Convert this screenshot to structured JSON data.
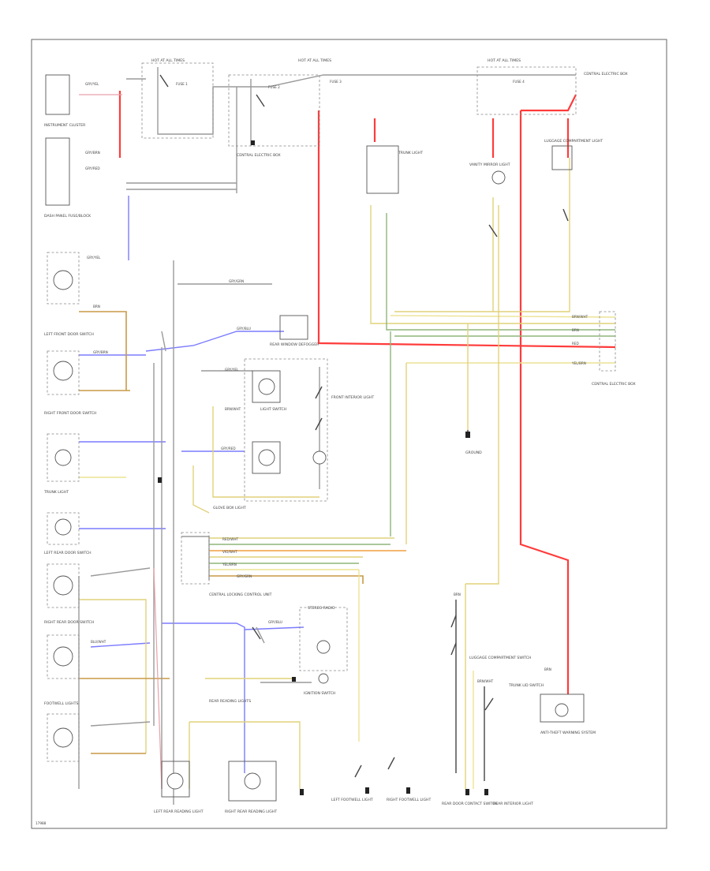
{
  "diagram": {
    "footer_code": "17988",
    "components": {
      "hot_at_all_times_left": "HOT AT ALL TIMES",
      "hot_at_all_times_mid": "HOT AT ALL TIMES",
      "hot_at_all_times_right": "HOT AT ALL TIMES",
      "instrument_cluster": "INSTRUMENT CLUSTER",
      "dash_panel_fuse": "DASH PANEL FUSE/BLOCK",
      "central_electric_box": "CENTRAL ELECTRIC BOX",
      "rear_window_defog": "REAR WINDOW DEFOGGER",
      "front_interior_light": "FRONT INTERIOR LIGHT",
      "light_switch": "LIGHT SWITCH",
      "trunk_light": "TRUNK LIGHT",
      "left_front_door_switch": "LEFT FRONT DOOR SWITCH",
      "right_front_door_switch": "RIGHT FRONT DOOR SWITCH",
      "left_rear_door_switch": "LEFT REAR DOOR SWITCH",
      "right_rear_door_switch": "RIGHT REAR DOOR SWITCH",
      "central_locking_control": "CENTRAL LOCKING CONTROL UNIT",
      "rear_reading_lights": "REAR READING LIGHTS",
      "ignition_switch": "IGNITION SWITCH",
      "glove_box_light": "GLOVE BOX LIGHT",
      "footwell_lights": "FOOTWELL LIGHTS",
      "reading_light_left": "LEFT REAR READING LIGHT",
      "reading_light_right": "RIGHT REAR READING LIGHT",
      "vanity_mirror": "VANITY MIRROR LIGHT",
      "rear_interior": "REAR INTERIOR LIGHT",
      "luggage_compartment": "LUGGAGE COMPARTMENT LIGHT",
      "stereo_radio": "STEREO RADIO",
      "antitheft": "ANTI-THEFT WARNING SYSTEM",
      "footwell_left": "LEFT FOOTWELL LIGHT",
      "footwell_right": "RIGHT FOOTWELL LIGHT",
      "luggage_switch": "LUGGAGE COMPARTMENT SWITCH",
      "trunk_lid_switch": "TRUNK LID SWITCH",
      "rear_door_contact": "REAR DOOR CONTACT SWITCH",
      "ground": "GROUND"
    },
    "fuses": [
      "FUSE 1",
      "FUSE 2",
      "FUSE 3",
      "FUSE 4"
    ],
    "wire_labels": [
      "GRY/YEL",
      "GRY/BRN",
      "GRY/RED",
      "GRY/GRN",
      "GRY/BLU",
      "BRN",
      "BRN/WHT",
      "RED/WHT",
      "VIO/WHT",
      "YEL/BRN",
      "RED",
      "BLU/WHT"
    ],
    "colors": {
      "red": "#ff3b3b",
      "yellow": "#e0d27a",
      "green": "#8fb67a",
      "blue": "#7b7bff",
      "brown": "#c89a47",
      "pink": "#e9a0aa",
      "black": "#444444"
    }
  }
}
